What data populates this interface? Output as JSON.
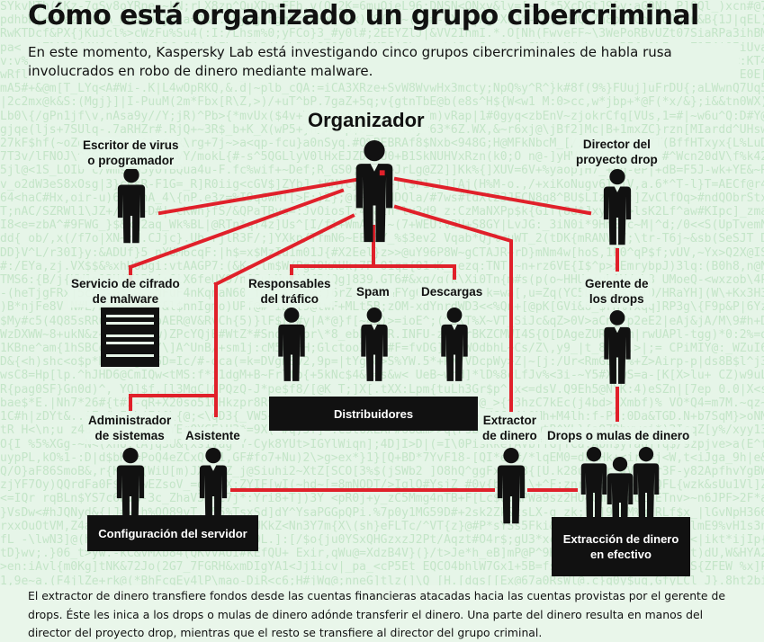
{
  "title": "Cómo está organizado un grupo cibercriminal",
  "intro": "En este momento, Kaspersky Lab está investigando cinco grupos cibercriminales de habla rusa involucrados en robo de dinero mediante malware.",
  "colors": {
    "background": "#e6f5e8",
    "lines": "#e0202a",
    "figures": "#111111",
    "badge": "#e0202a"
  },
  "roles": {
    "organizer": "Organizador",
    "virus_writer": "Escritor de virus\no programador",
    "drop_project_director": "Director del\nproyecto drop",
    "crypt_service": "Servicio de cifrado\nde malware",
    "traffic_managers": "Responsables\ndel tráfico",
    "spam": "Spam",
    "downloads": "Descargas",
    "drops_manager": "Gerente de\nlos drops",
    "sysadmin": "Administrador\nde sistemas",
    "assistant": "Asistente",
    "cash_extractor": "Extractor\nde dinero",
    "money_mules": "Drops o mulas de dinero"
  },
  "groups": {
    "distributors": "Distribuidores",
    "server_config": "Configuración del servidor",
    "cash_out": "Extracción de dinero\nen efectivo"
  },
  "icons": [
    "person-icon",
    "server-rack-icon"
  ],
  "footer": "El extractor de dinero transfiere fondos desde las cuentas financieras atacadas hacia las cuentas provistas por el gerente de drops. Éste les inica a los drops o mulas de dinero adónde transferir el dinero. Una parte del dinero resulta en manos del director del proyecto drop, mientras que el resto se transfiere al director del grupo criminal."
}
